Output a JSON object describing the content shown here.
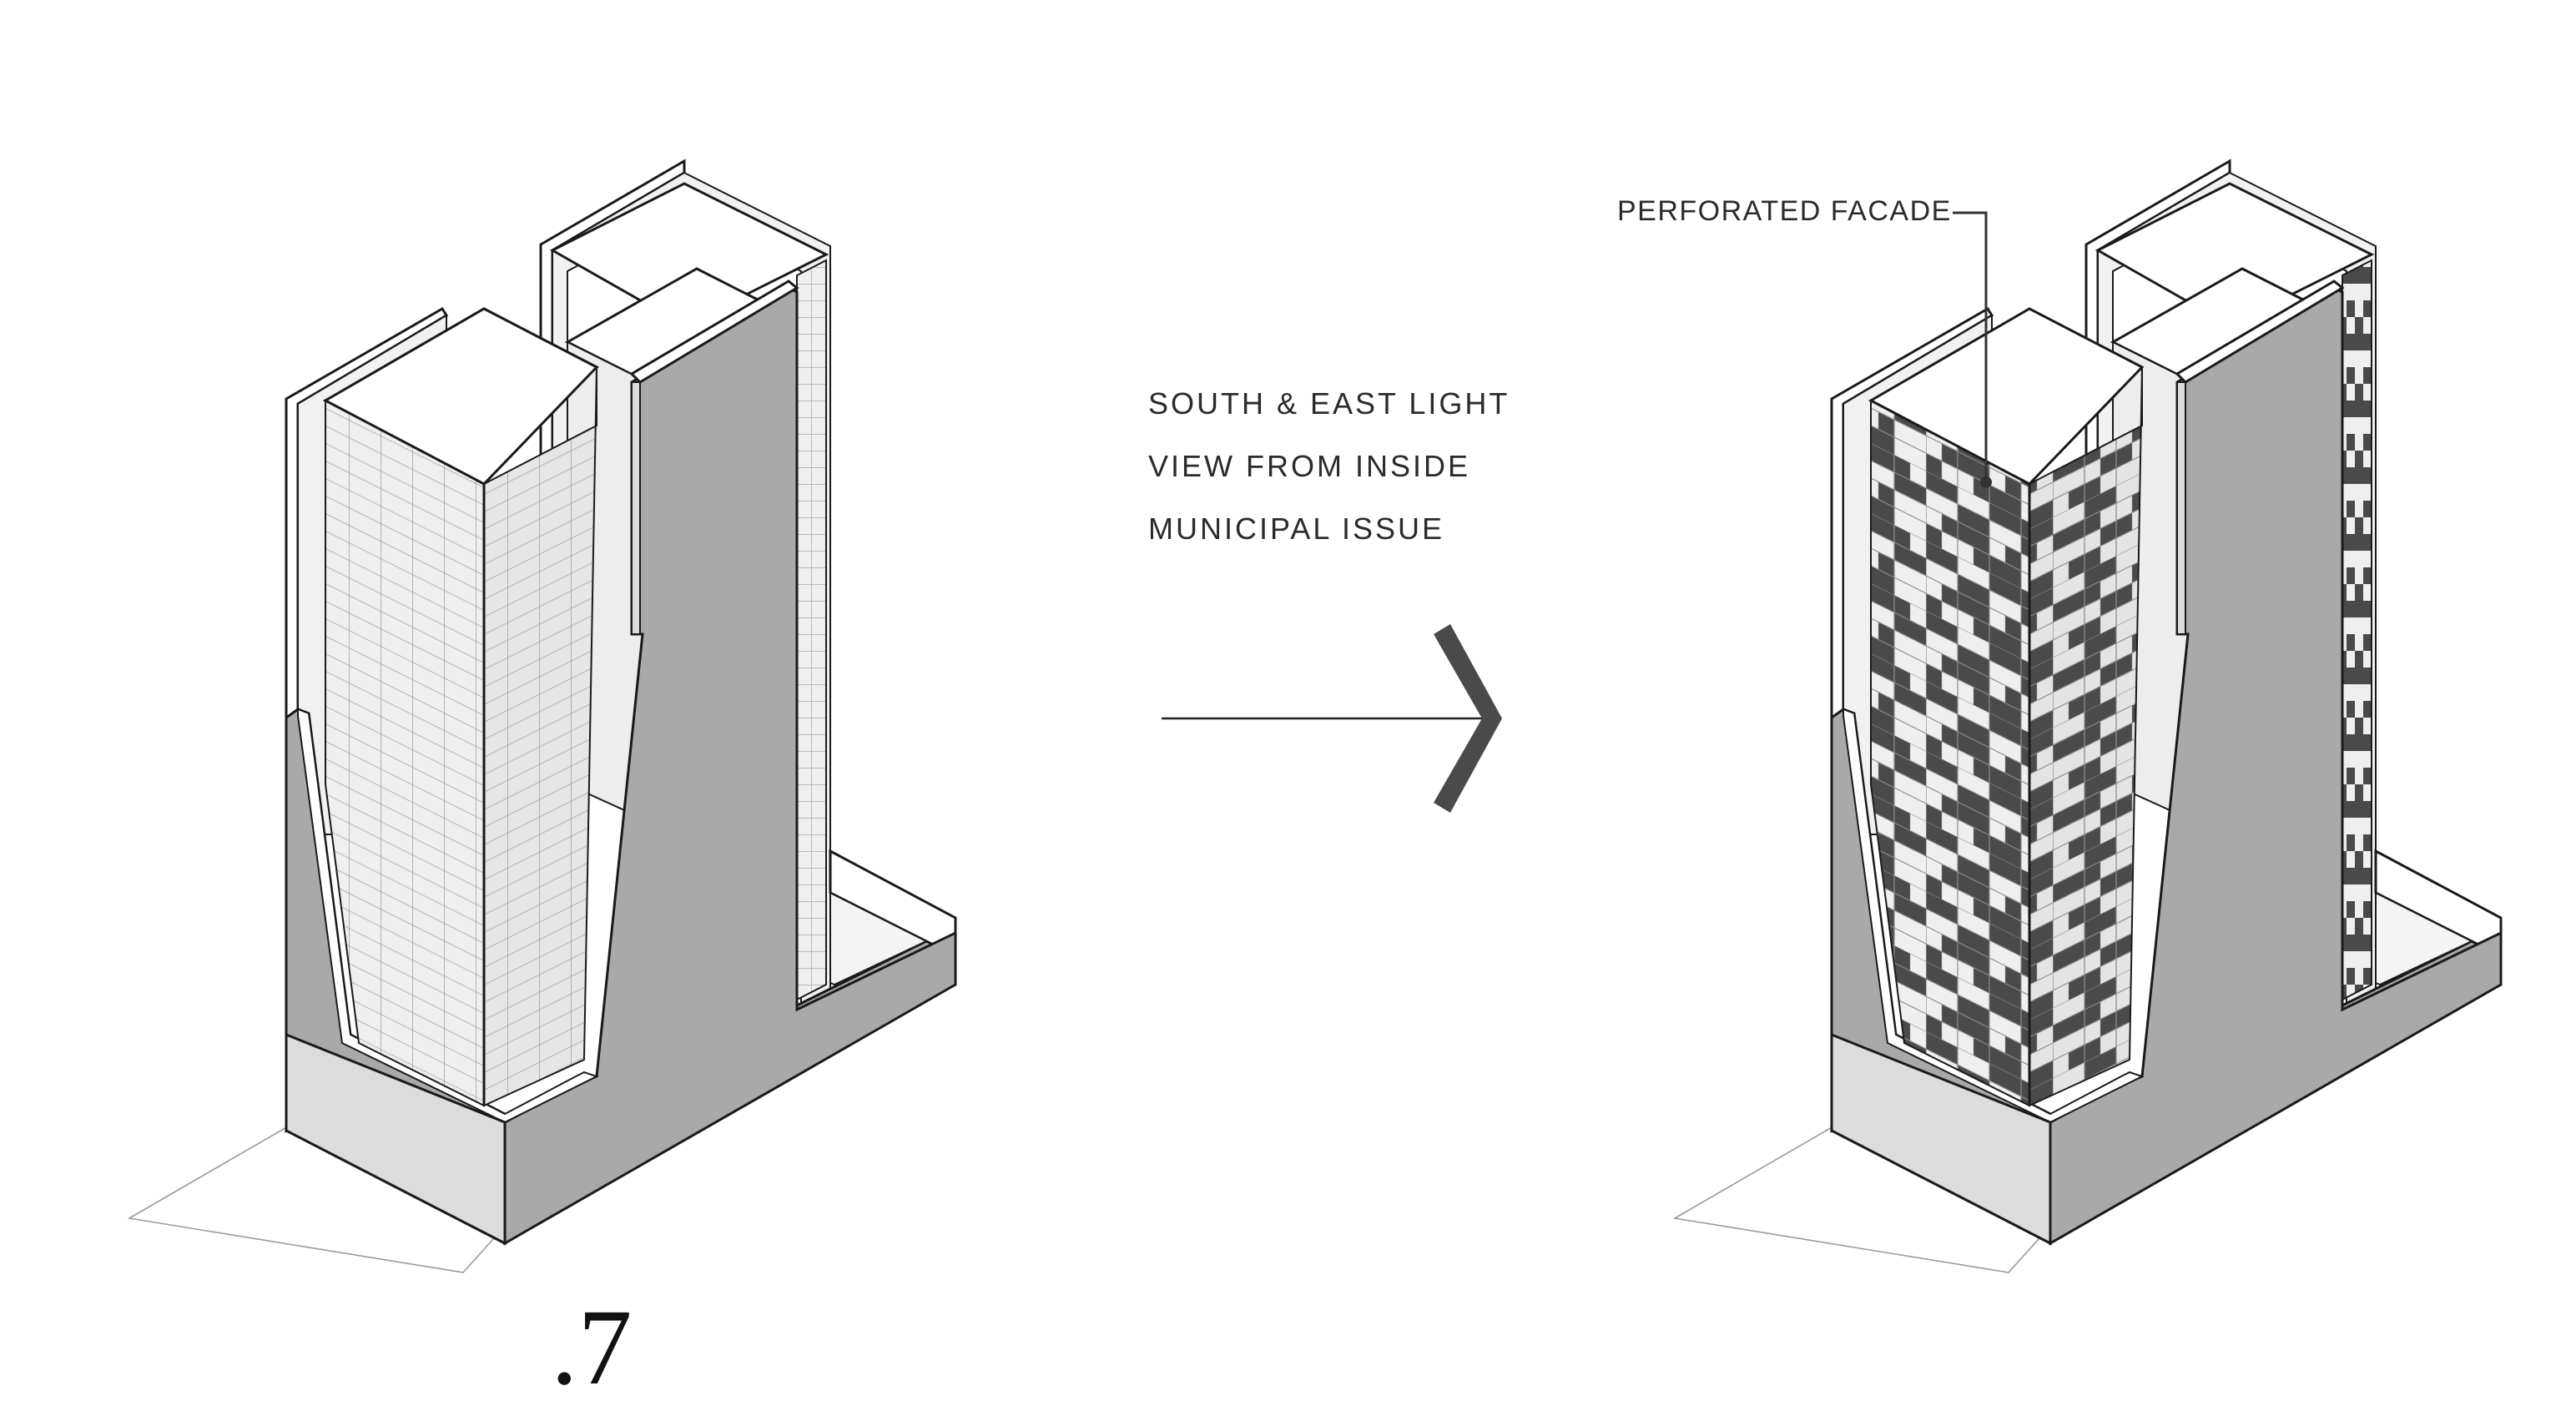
{
  "annotations": {
    "lines": [
      "SOUTH & EAST LIGHT",
      "VIEW FROM INSIDE",
      "MUNICIPAL ISSUE"
    ]
  },
  "callout": {
    "label": "PERFORATED FACADE"
  },
  "page_number": ".7",
  "colors": {
    "wall": "#a9a9a9",
    "wall_light": "#ededed",
    "roof": "#ffffff",
    "grid_light": "#eeeeee",
    "panel_dark": "#4a4a4a",
    "outline": "#1a1a1a",
    "arrow": "#4a4a4a"
  }
}
